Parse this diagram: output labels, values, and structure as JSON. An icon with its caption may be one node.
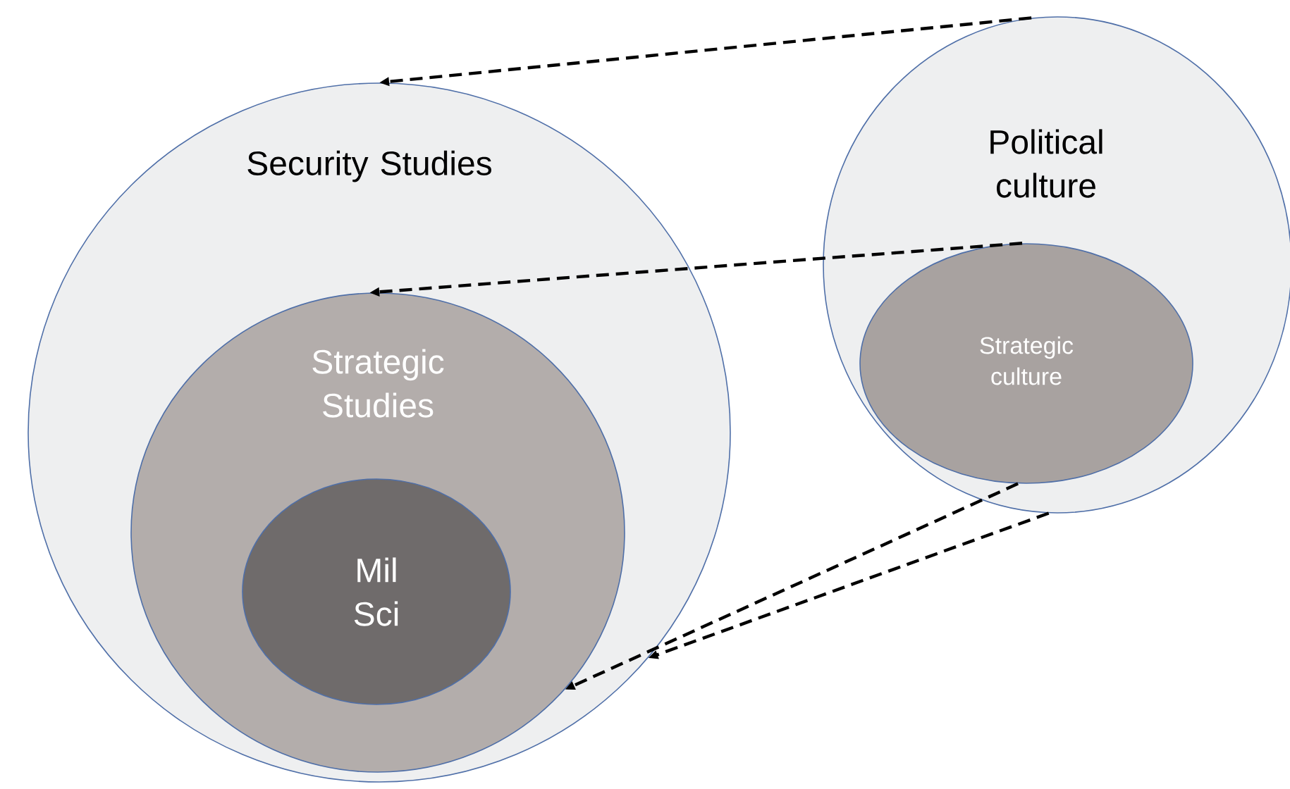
{
  "diagram": {
    "nodes": [
      {
        "text": [
          "Security Studies"
        ]
      },
      {
        "text": [
          "Strategic Studies"
        ],
        "in": 0
      },
      {
        "text": [
          "Mil Sci"
        ],
        "in": 1
      },
      {
        "text": [
          "Political culture"
        ]
      },
      {
        "text": [
          "Strategic culture"
        ],
        "in": 3
      }
    ],
    "edges": [
      {
        "from": 3,
        "to": 0,
        "arrow": "to",
        "style": "dashed"
      },
      {
        "from": 4,
        "to": 1,
        "arrow": "to",
        "style": "dashed"
      },
      {
        "from": 4,
        "to": 1,
        "arrow": "to",
        "style": "dashed"
      },
      {
        "from": 3,
        "to": 0,
        "arrow": "to",
        "style": "dashed"
      }
    ]
  }
}
